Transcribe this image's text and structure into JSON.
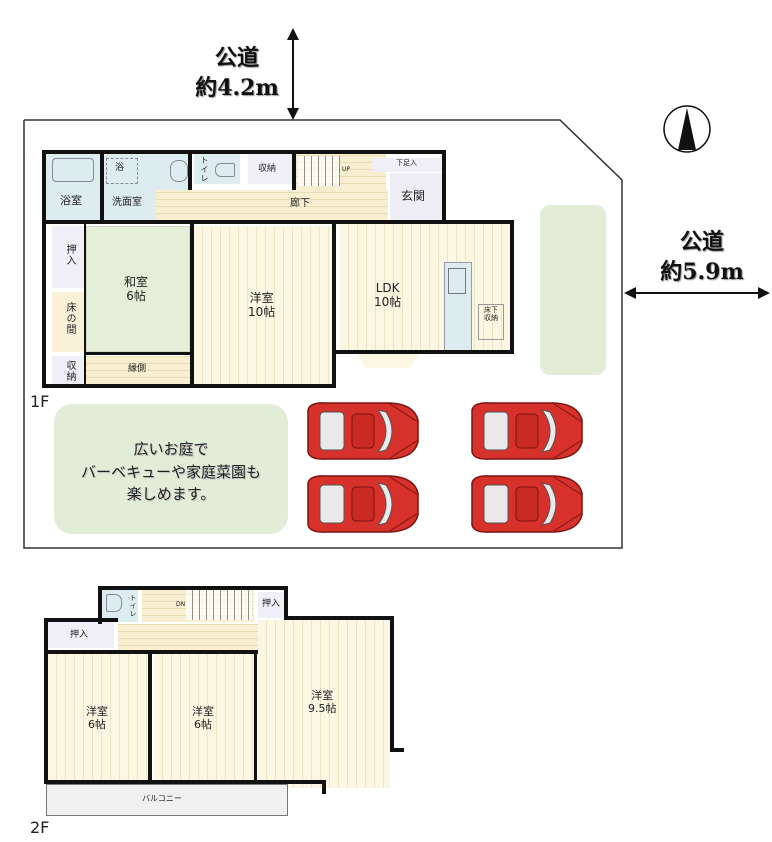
{
  "roads": {
    "north": {
      "label": "公道",
      "width": "約4.2m"
    },
    "east": {
      "label": "公道",
      "width": "約5.9m"
    }
  },
  "compass": {
    "icon": "north-arrow-icon",
    "direction": "N"
  },
  "floor1": {
    "tag": "1F",
    "rooms": {
      "bath": "浴室",
      "shower": "浴",
      "washroom": "洗面室",
      "toilet": "トイレ",
      "storage_top": "収納",
      "stairs_up": "UP",
      "shoe_closet": "下足入",
      "entrance": "玄関",
      "hallway": "廊下",
      "oshiire": "押入",
      "tokonoma": "床の間",
      "storage_small": "収納",
      "washitsu": "和室\n6帖",
      "engawa": "縁側",
      "yoshitsu": "洋室\n10帖",
      "ldk": "LDK\n10帖",
      "underfloor_storage": "床下\n収納"
    },
    "garden_text": "広いお庭で\nバーベキューや家庭菜園も\n楽しめます。",
    "parking": {
      "cars": 4,
      "color": "#d6312b"
    }
  },
  "floor2": {
    "tag": "2F",
    "rooms": {
      "toilet": "トイレ",
      "stairs_down": "DN",
      "oshiire_right": "押入",
      "oshiire_left": "押入",
      "room_a": "洋室\n6帖",
      "room_b": "洋室\n6帖",
      "room_c": "洋室\n9.5帖",
      "balcony": "バルコニー"
    }
  },
  "colors": {
    "wall": "#111111",
    "wood_floor": "#fbf7e2",
    "tatami": "#e4efd9",
    "wet_area": "#dcecef",
    "closet": "#f0eef6",
    "garden": "#e2edd7",
    "car": "#d6312b"
  }
}
